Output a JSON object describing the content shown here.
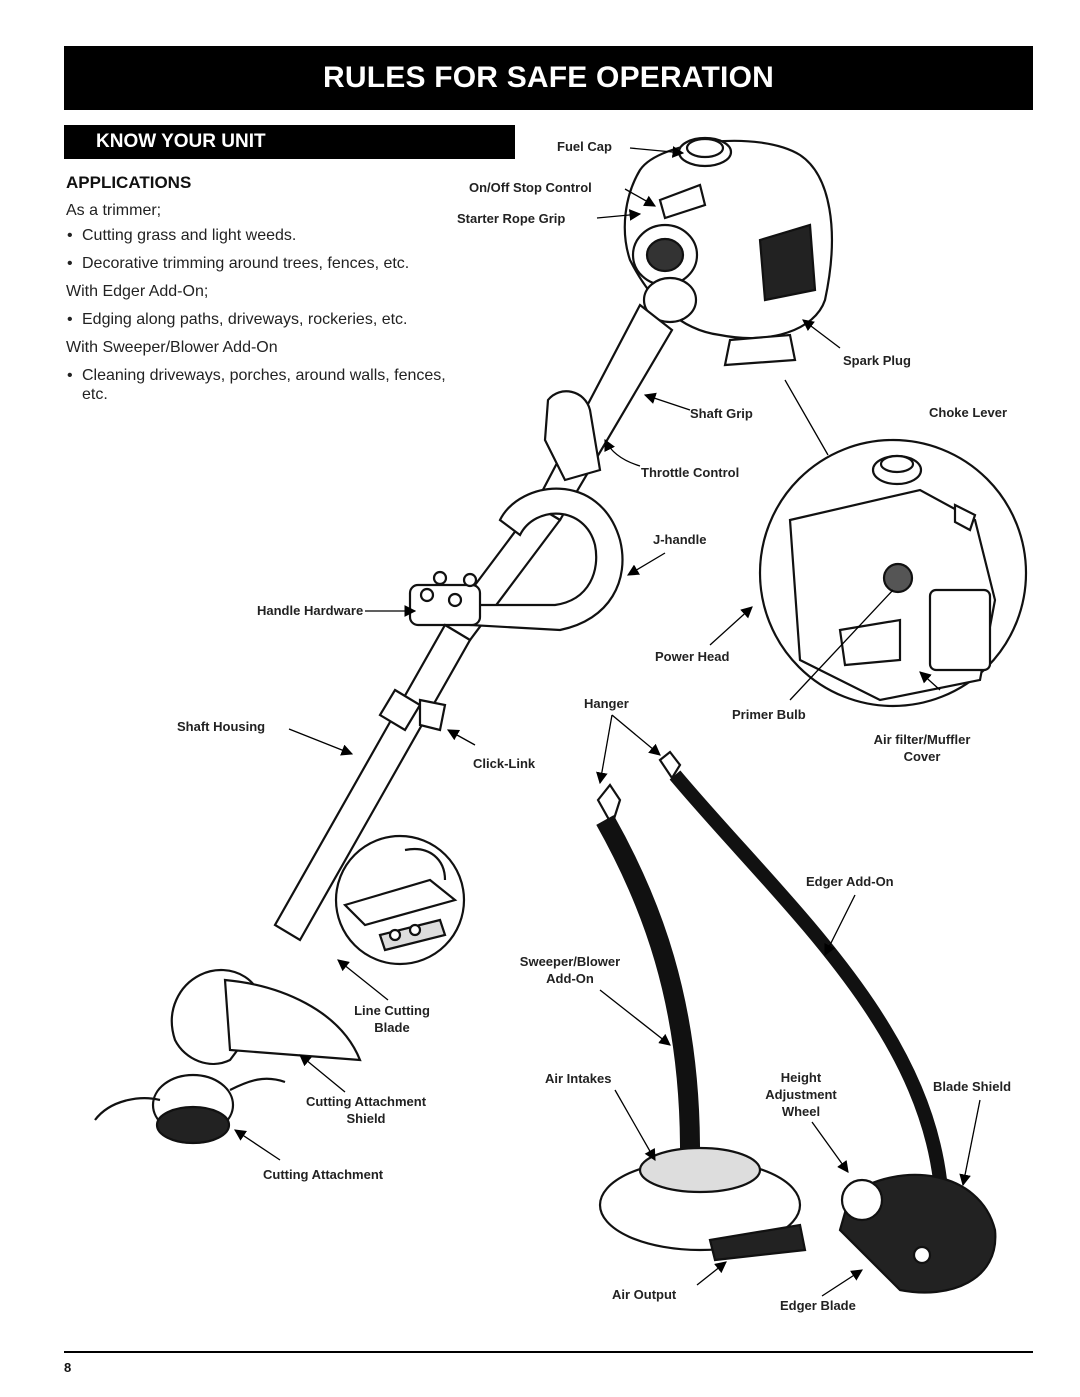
{
  "header": {
    "title": "RULES FOR SAFE OPERATION"
  },
  "section": {
    "title": "KNOW YOUR UNIT"
  },
  "applications": {
    "title": "APPLICATIONS",
    "trimmer_intro": "As a trimmer;",
    "trimmer_uses": [
      "Cutting grass and light weeds.",
      "Decorative trimming around trees, fences, etc."
    ],
    "edger_intro": "With Edger Add-On;",
    "edger_uses": [
      "Edging along paths, driveways, rockeries, etc."
    ],
    "sweeper_intro": "With Sweeper/Blower Add-On",
    "sweeper_uses_line1": "Cleaning driveways, porches, around walls, fences,",
    "sweeper_uses_line2": "etc."
  },
  "labels": {
    "fuel_cap": "Fuel Cap",
    "on_off": "On/Off Stop Control",
    "starter": "Starter Rope Grip",
    "spark_plug": "Spark Plug",
    "shaft_grip": "Shaft Grip",
    "choke_lever": "Choke Lever",
    "throttle": "Throttle Control",
    "j_handle": "J-handle",
    "handle_hardware": "Handle Hardware",
    "power_head": "Power Head",
    "hanger": "Hanger",
    "primer_bulb": "Primer Bulb",
    "shaft_housing": "Shaft Housing",
    "air_filter_1": "Air filter/Muffler",
    "air_filter_2": "Cover",
    "click_link": "Click-Link",
    "edger_addon": "Edger Add-On",
    "sweeper_1": "Sweeper/Blower",
    "sweeper_2": "Add-On",
    "line_cutting_1": "Line Cutting",
    "line_cutting_2": "Blade",
    "air_intakes": "Air Intakes",
    "height_1": "Height",
    "height_2": "Adjustment",
    "height_3": "Wheel",
    "blade_shield": "Blade Shield",
    "cut_shield_1": "Cutting Attachment",
    "cut_shield_2": "Shield",
    "cutting_attachment": "Cutting Attachment",
    "air_output": "Air Output",
    "edger_blade": "Edger Blade"
  },
  "footer": {
    "page_number": "8"
  }
}
